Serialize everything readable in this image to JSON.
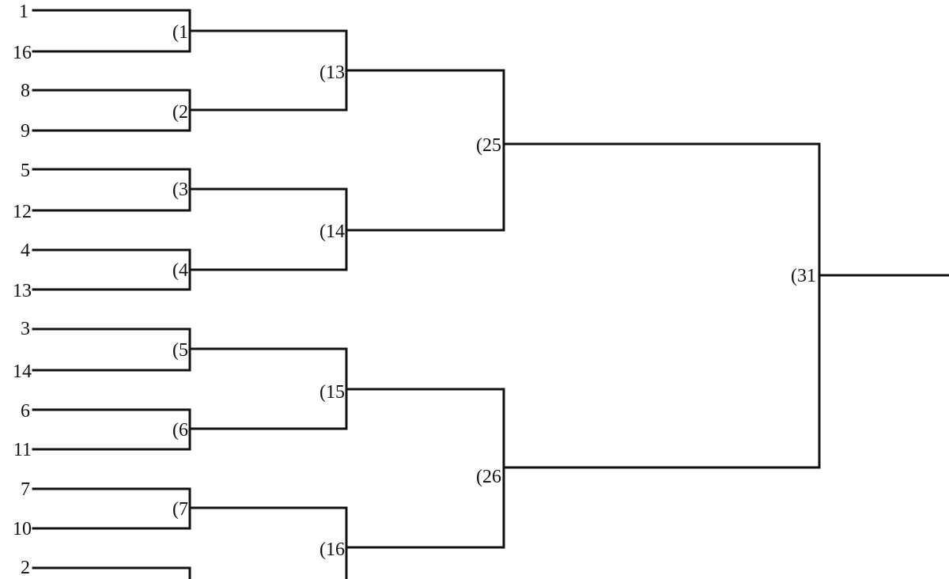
{
  "bracket": {
    "seeds": [
      "1",
      "16",
      "8",
      "9",
      "5",
      "12",
      "4",
      "13",
      "3",
      "14",
      "6",
      "11",
      "7",
      "10",
      "2"
    ],
    "round1": [
      "(1",
      "(2",
      "(3",
      "(4",
      "(5",
      "(6",
      "(7"
    ],
    "round2": [
      "(13",
      "(14",
      "(15",
      "(16"
    ],
    "round3": [
      "(25",
      "(26"
    ],
    "round4": [
      "(31"
    ]
  }
}
